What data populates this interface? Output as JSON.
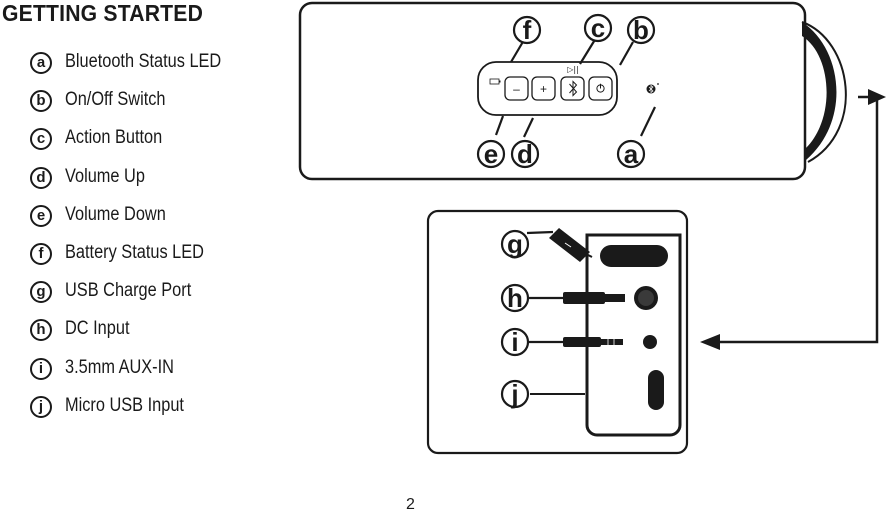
{
  "page_title": "GETTING STARTED",
  "legend": [
    {
      "letter": "a",
      "label": "Bluetooth Status LED"
    },
    {
      "letter": "b",
      "label": "On/Off Switch"
    },
    {
      "letter": "c",
      "label": "Action Button"
    },
    {
      "letter": "d",
      "label": "Volume Up"
    },
    {
      "letter": "e",
      "label": "Volume Down"
    },
    {
      "letter": "f",
      "label": "Battery Status LED"
    },
    {
      "letter": "g",
      "label": "USB Charge Port"
    },
    {
      "letter": "h",
      "label": "DC Input"
    },
    {
      "letter": "i",
      "label": "3.5mm AUX-IN"
    },
    {
      "letter": "j",
      "label": "Micro USB Input"
    }
  ],
  "callouts": {
    "a": "a",
    "b": "b",
    "c": "c",
    "d": "d",
    "e": "e",
    "f": "f",
    "g": "g",
    "h": "h",
    "i": "i",
    "j": "j"
  },
  "buttons": {
    "minus": "–",
    "plus": "+",
    "play_pause": "▷||"
  },
  "icons": {
    "bluetooth": "bluetooth-icon",
    "power": "power-icon",
    "battery": "battery-icon",
    "usb": "usb-icon"
  },
  "page_number": "2"
}
